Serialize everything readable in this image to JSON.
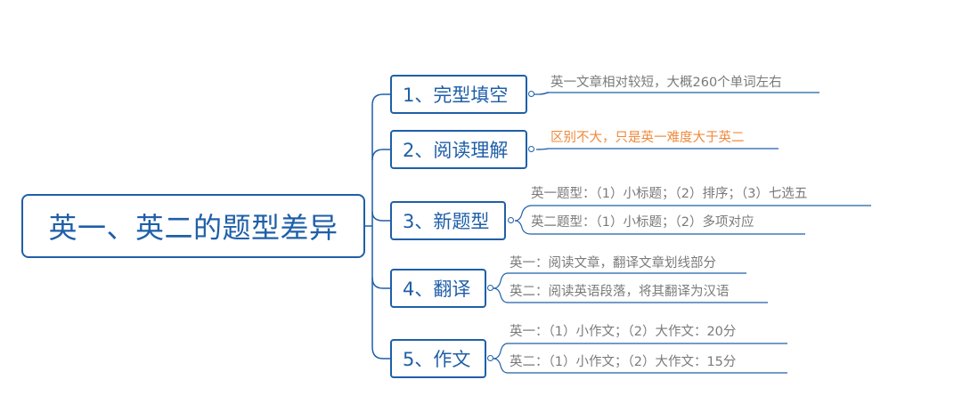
{
  "root": {
    "label": "英一、英二的题型差异"
  },
  "branches": [
    {
      "label": "1、完型填空",
      "leaves": [
        {
          "text": "英一文章相对较短，大概260个单词左右",
          "color": "#7a7a7a"
        }
      ]
    },
    {
      "label": "2、阅读理解",
      "leaves": [
        {
          "text": "区别不大，只是英一难度大于英二",
          "color": "#f08a3c"
        }
      ]
    },
    {
      "label": "3、新题型",
      "leaves": [
        {
          "text": "英一题型：（1）小标题；（2）排序；（3）七选五",
          "color": "#7a7a7a"
        },
        {
          "text": "英二题型：（1）小标题；（2）多项对应",
          "color": "#7a7a7a"
        }
      ]
    },
    {
      "label": "4、翻译",
      "leaves": [
        {
          "text": "英一：阅读文章，翻译文章划线部分",
          "color": "#7a7a7a"
        },
        {
          "text": "英二：阅读英语段落，将其翻译为汉语",
          "color": "#7a7a7a"
        }
      ]
    },
    {
      "label": "5、作文",
      "leaves": [
        {
          "text": "英一：（1）小作文；（2）大作文：20分",
          "color": "#7a7a7a"
        },
        {
          "text": "英二：（1）小作文；（2）大作文：15分",
          "color": "#7a7a7a"
        }
      ]
    }
  ],
  "colors": {
    "accent": "#1f5fa8",
    "leaf_text": "#7a7a7a",
    "highlight": "#f08a3c"
  }
}
